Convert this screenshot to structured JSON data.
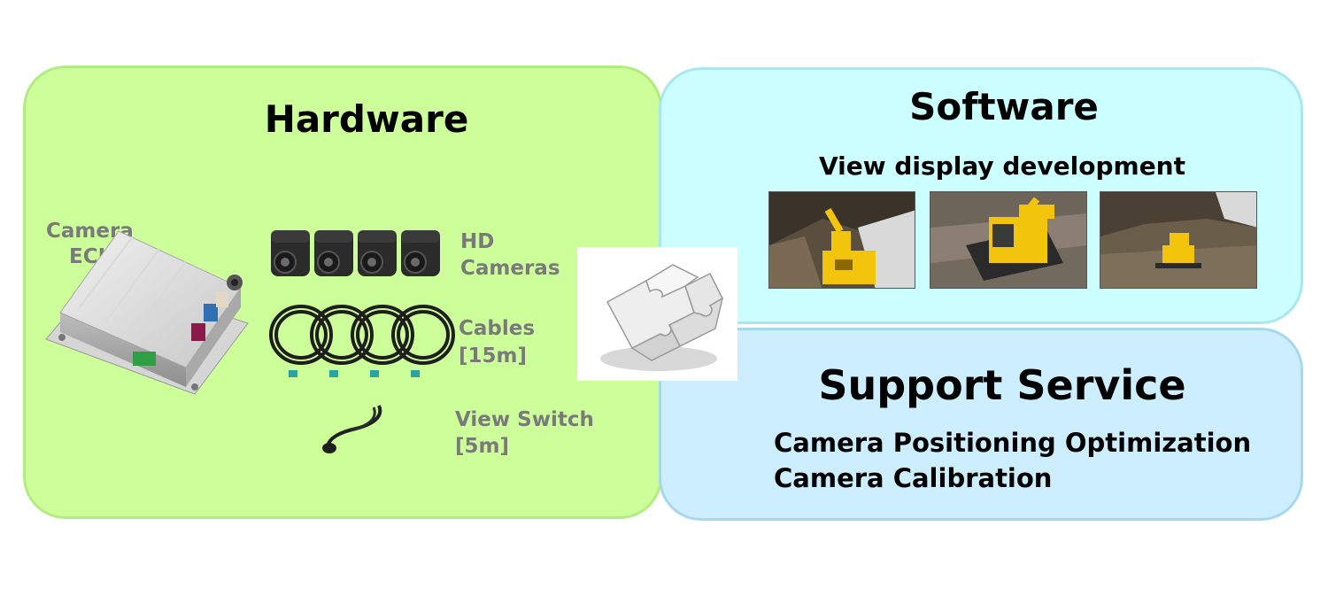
{
  "hardware": {
    "title": "Hardware",
    "ecu_label_line1": "Camera",
    "ecu_label_line2": "ECU",
    "cameras_label_line1": "HD",
    "cameras_label_line2": "Cameras",
    "cables_label_line1": "Cables",
    "cables_label_line2": "[15m]",
    "switch_label_line1": "View Switch",
    "switch_label_line2": "[5m]"
  },
  "software": {
    "title": "Software",
    "subtitle": "View display development"
  },
  "support": {
    "title": "Support Service",
    "line1": "Camera Positioning Optimization",
    "line2": "Camera Calibration"
  },
  "colors": {
    "hardware_bg": "#ccff99",
    "software_bg": "#ccffff",
    "support_bg": "#cceeff",
    "label_gray": "#7a7a7a",
    "excavator_yellow": "#f2c40c"
  },
  "icons": [
    "camera-ecu-icon",
    "hd-camera-icon",
    "cable-coil-icon",
    "view-switch-icon",
    "puzzle-icon",
    "excavator-view-icon"
  ]
}
